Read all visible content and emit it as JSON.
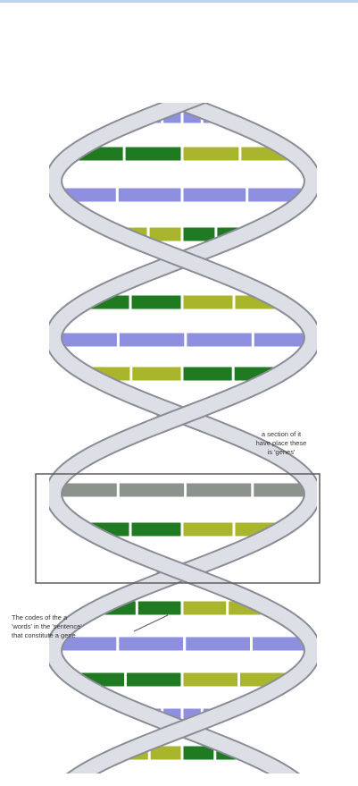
{
  "colors": {
    "top_rule": "#bcd3f0",
    "backbone": "#dcdfe5",
    "backbone_edge": "#8a8d96",
    "blue_base": "#8f8fe0",
    "dark_green_base": "#1f7a22",
    "olive_base": "#aab52e",
    "light_green_base": "#c8e07a",
    "gray_base": "#8c938c",
    "gene_box": "#5c5c5c"
  },
  "annotations": {
    "gene_region_note": "a section of it\nhave place these\nis 'genes'",
    "gene_pointer_note": "The codes of the a\n'words' in the 'sentence'\nthat constitute a gene"
  },
  "icons": [
    "dna-double-helix"
  ]
}
